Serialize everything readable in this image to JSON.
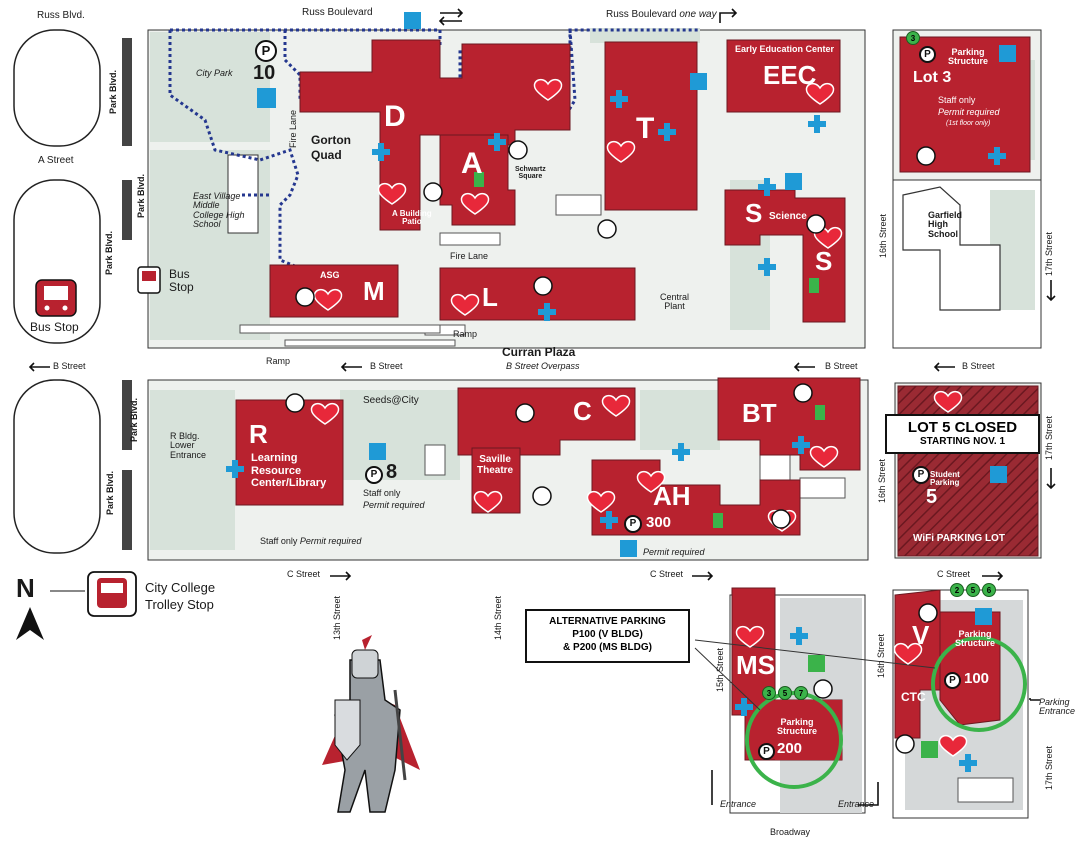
{
  "streets": {
    "russ_blvd": "Russ Blvd.",
    "russ_boulevard": "Russ Boulevard",
    "russ_oneway": "Russ Boulevard",
    "one_way": "one way",
    "park_blvd_1": "Park Blvd.",
    "park_blvd_2": "Park Blvd.",
    "park_blvd_3": "Park Blvd.",
    "park_blvd_4": "Park Blvd.",
    "park_blvd_5": "Park Blvd.",
    "a_street": "A Street",
    "b_street_1": "B Street",
    "b_street_2": "B Street",
    "b_street_3": "B Street",
    "b_street_4": "B Street",
    "c_street_1": "C Street",
    "c_street_2": "C Street",
    "c_street_3": "C Street",
    "st13": "13th Street",
    "st14": "14th Street",
    "st15": "15th Street",
    "st16_1": "16th Street",
    "st16_2": "16th Street",
    "st16_3": "16th Street",
    "st17_1": "17th Street",
    "st17_2": "17th Street",
    "st17_3": "17th Street",
    "broadway": "Broadway",
    "fire_lane_1": "Fire Lane",
    "fire_lane_2": "Fire Lane"
  },
  "places": {
    "city_park": "City Park",
    "gorton_quad": "Gorton\nQuad",
    "schwartz": "Schwartz\nSquare",
    "east_village": "East Village\nMiddle\nCollege High\nSchool",
    "bus_stop": "Bus\nStop",
    "bus_stop_left": "Bus Stop",
    "ramp_1": "Ramp",
    "ramp_2": "Ramp",
    "curran": "Curran Plaza",
    "overpass": "B Street Overpass",
    "central_plant": "Central\nPlant",
    "garfield": "Garfield\nHigh\nSchool",
    "seeds": "Seeds@City",
    "r_lower": "R Bldg.\nLower\nEntrance",
    "staff_only_bottom": "Staff only",
    "permit_req": "Permit required",
    "permit_req_ah": "Permit required",
    "trolley": "City College\nTrolley Stop",
    "north": "N",
    "entrance_1": "Entrance",
    "entrance_2": "Entrance",
    "parking_entrance": "Parking\nEntrance"
  },
  "buildings": {
    "D": "D",
    "A": "A",
    "T": "T",
    "EEC": "EEC",
    "eec_name": "Early Education Center",
    "S": "S",
    "S2": "S",
    "science": "Science",
    "M": "M",
    "asg": "ASG",
    "L": "L",
    "R": "R",
    "r_name": "Learning\nResource\nCenter/Library",
    "C": "C",
    "saville": "Saville\nTheatre",
    "BT": "BT",
    "AH": "AH",
    "MS": "MS",
    "V": "V",
    "CTC": "CTC",
    "a_patio": "A Building\nPatio"
  },
  "parking": {
    "p10": "10",
    "lot3": "Lot 3",
    "lot3_struct": "Parking\nStructure",
    "lot3_staff": "Staff only",
    "lot3_permit": "Permit required",
    "lot3_floor": "(1st floor only)",
    "p8": "8",
    "p8_staff": "Staff only",
    "p8_permit": "Permit required",
    "p300": "300",
    "p5": "5",
    "p5_student": "Student\nParking",
    "wifi_lot": "WiFi PARKING LOT",
    "p200_struct": "Parking\nStructure",
    "p200": "200",
    "p100_struct": "Parking\nStructure",
    "p100": "100",
    "p_letter": "P",
    "lot3_route": "3",
    "ms_routes": [
      "3",
      "5",
      "7"
    ],
    "v_routes": [
      "2",
      "5",
      "6"
    ]
  },
  "notices": {
    "lot5_line1": "LOT 5 CLOSED",
    "lot5_line2": "STARTING NOV. 1",
    "alt_line1": "ALTERNATIVE PARKING",
    "alt_line2": "P100 (V BLDG)",
    "alt_line3": "& P200 (MS BLDG)"
  },
  "colors": {
    "building": "#b8222f",
    "building_edge": "#7a1620",
    "campus": "#eef1ee",
    "green_area": "#d7e2da",
    "path": "#c9d4cc",
    "blue": "#1f9ad6",
    "dotted": "#24378f",
    "circle": "#3bb34a"
  }
}
